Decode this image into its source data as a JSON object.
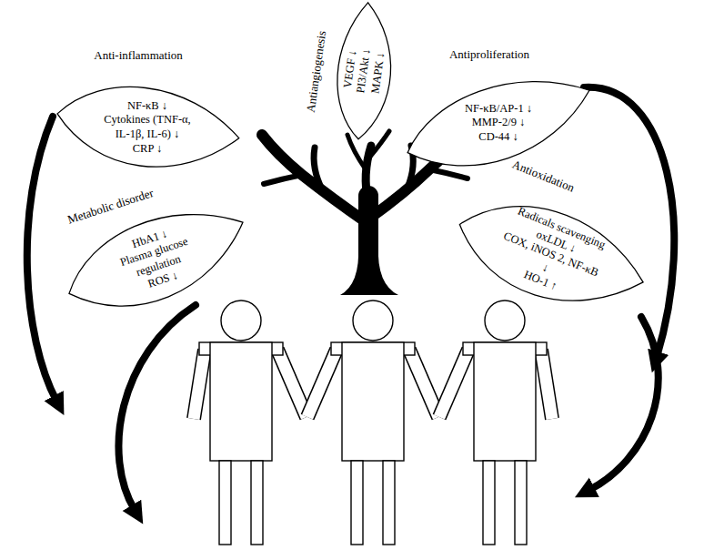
{
  "diagram": {
    "nodes": [
      {
        "text": [
          "Anti-inflammation",
          "NF-κB ↓",
          "Cytokines (TNF-α, IL-1β, IL-6) ↓",
          "CRP ↓"
        ]
      },
      {
        "text": [
          "Antiangiogenesis",
          "VEGF ↓",
          "PI3/Akt ↓",
          "MAPK ↓"
        ]
      },
      {
        "text": [
          "Antiproliferation",
          "NF-κB/AP-1 ↓",
          "MMP-2/9 ↓",
          "CD-44 ↓"
        ]
      },
      {
        "text": [
          "Metabolic disorder",
          "HbA1 ↓",
          "Plasma glucose regulation",
          "ROS ↓"
        ]
      },
      {
        "text": [
          "Antioxidation",
          "Radicals scavenging",
          "oxLDL ↓",
          "COX, iNOS 2, NF-κB ↓",
          "HO-1 ↑"
        ]
      }
    ]
  }
}
